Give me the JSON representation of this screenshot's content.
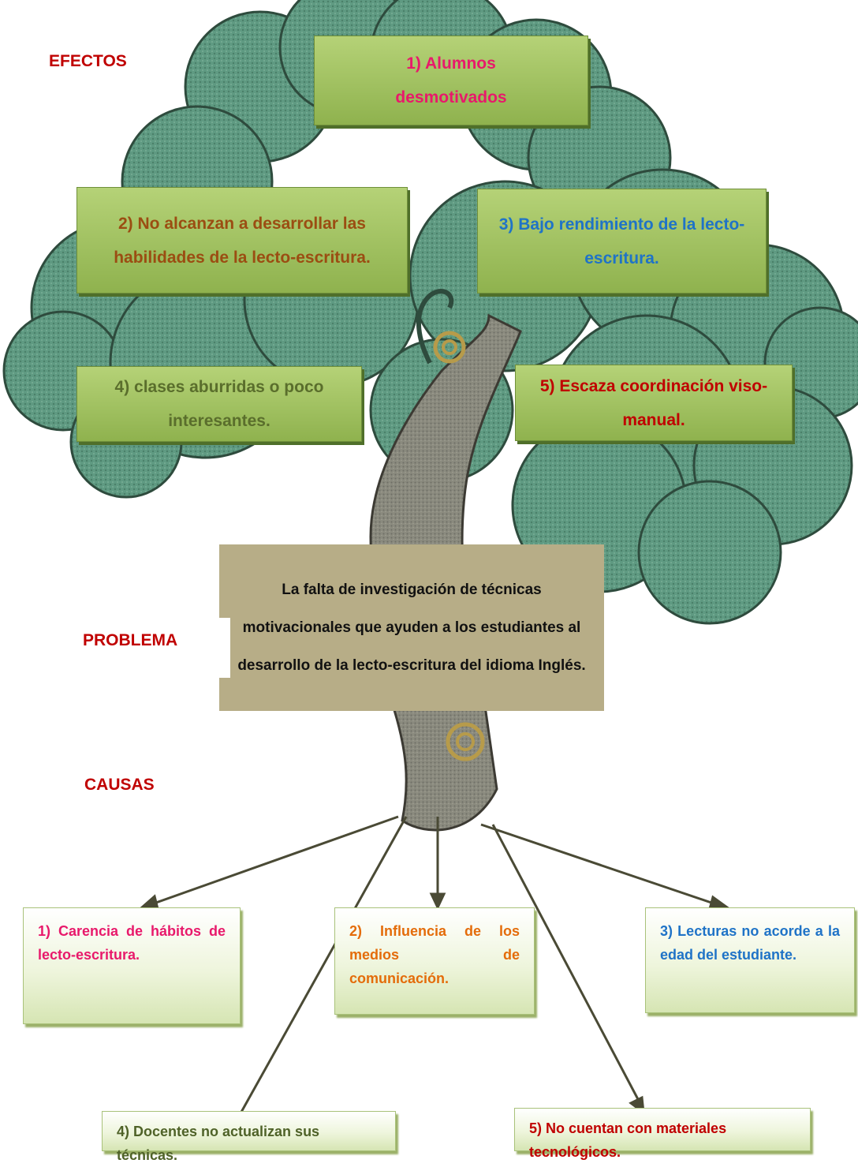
{
  "labels": {
    "effects": "EFECTOS",
    "problem": "PROBLEMA",
    "causes": "CAUSAS"
  },
  "effects": [
    {
      "text": "1) Alumnos desmotivados",
      "color": "#e8196b"
    },
    {
      "text": "2) No alcanzan a desarrollar las habilidades de la lecto-escritura.",
      "color": "#9b4d12"
    },
    {
      "text": "3) Bajo rendimiento de la lecto-escritura.",
      "color": "#1f73c7"
    },
    {
      "text": "4) clases aburridas o poco interesantes.",
      "color": "#5a6e2c"
    },
    {
      "text": "5) Escaza coordinación viso-manual.",
      "color": "#c00000"
    }
  ],
  "problem": {
    "text": "La falta de investigación de técnicas motivacionales que ayuden a los estudiantes al desarrollo de la lecto-escritura del idioma Inglés."
  },
  "causes": [
    {
      "text": "1) Carencia de hábitos de lecto-escritura.",
      "color": "#e8196b"
    },
    {
      "text": "2) Influencia de los medios de comunicación.",
      "color": "#e46c0a"
    },
    {
      "text": "3) Lecturas no acorde a la edad del estudiante.",
      "color": "#1f73c7"
    },
    {
      "text": "4) Docentes no actualizan sus técnicas.",
      "color": "#4f6228"
    },
    {
      "text": "5) No cuentan con materiales tecnológicos.",
      "color": "#c00000"
    }
  ]
}
